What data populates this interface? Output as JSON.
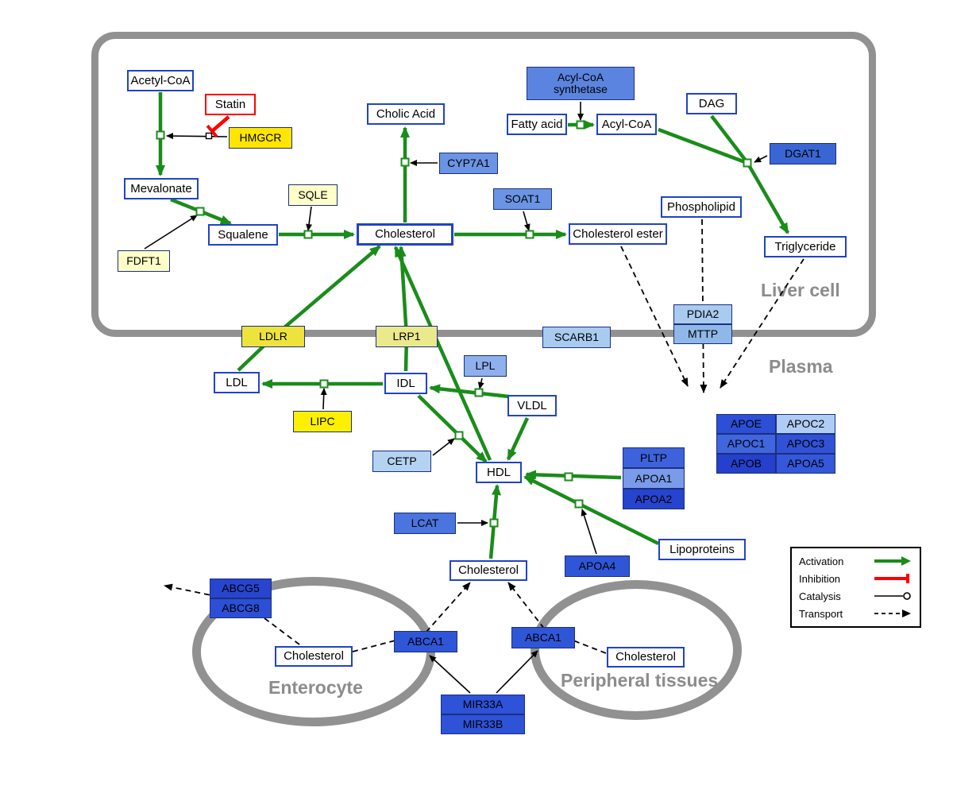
{
  "compartments": {
    "liver": "Liver cell",
    "plasma": "Plasma",
    "enterocyte": "Enterocyte",
    "peripheral": "Peripheral tissues"
  },
  "legend": {
    "activation": "Activation",
    "inhibition": "Inhibition",
    "catalysis": "Catalysis",
    "transport": "Transport"
  },
  "colors": {
    "activation": "#1A8C1A",
    "inhibition": "#FF0000",
    "catalysis": "#000000",
    "transport": "#000000",
    "membrane": "#919191",
    "metabolite_border": "#2143C8",
    "reaction_node": "#1A8C1A"
  },
  "nodes": {
    "acetyl_coa": {
      "label": "Acetyl-CoA",
      "fill": "#FFFFFF"
    },
    "statin": {
      "label": "Statin",
      "fill": "#FFFFFF"
    },
    "hmgcr": {
      "label": "HMGCR",
      "fill": "#FFE500"
    },
    "mevalonate": {
      "label": "Mevalonate",
      "fill": "#FFFFFF"
    },
    "fdft1": {
      "label": "FDFT1",
      "fill": "#FFFFC8"
    },
    "squalene": {
      "label": "Squalene",
      "fill": "#FFFFFF"
    },
    "sqle": {
      "label": "SQLE",
      "fill": "#FFFFC8"
    },
    "cholesterol_liver": {
      "label": "Cholesterol",
      "fill": "#FFFFFF"
    },
    "cholic_acid": {
      "label": "Cholic Acid",
      "fill": "#FFFFFF"
    },
    "cyp7a1": {
      "label": "CYP7A1",
      "fill": "#6C94E4"
    },
    "soat1": {
      "label": "SOAT1",
      "fill": "#6C94E4"
    },
    "cholesterol_ester": {
      "label": "Cholesterol ester",
      "fill": "#FFFFFF"
    },
    "fatty_acid": {
      "label": "Fatty acid",
      "fill": "#FFFFFF"
    },
    "acyl_coa": {
      "label": "Acyl-CoA",
      "fill": "#FFFFFF"
    },
    "acyl_coa_synthetase": {
      "label": "Acyl-CoA synthetase",
      "fill": "#5B84E0"
    },
    "dag": {
      "label": "DAG",
      "fill": "#FFFFFF"
    },
    "dgat1": {
      "label": "DGAT1",
      "fill": "#3A66D4"
    },
    "phospholipid": {
      "label": "Phospholipid",
      "fill": "#FFFFFF"
    },
    "triglyceride": {
      "label": "Triglyceride",
      "fill": "#FFFFFF"
    },
    "pdia2": {
      "label": "PDIA2",
      "fill": "#A9CBF0"
    },
    "mttp": {
      "label": "MTTP",
      "fill": "#8FB8E8"
    },
    "ldlr": {
      "label": "LDLR",
      "fill": "#EDE33C"
    },
    "lrp1": {
      "label": "LRP1",
      "fill": "#EAE98C"
    },
    "scarb1": {
      "label": "SCARB1",
      "fill": "#A9CBF0"
    },
    "ldl": {
      "label": "LDL",
      "fill": "#FFFFFF"
    },
    "idl": {
      "label": "IDL",
      "fill": "#FFFFFF"
    },
    "lpl": {
      "label": "LPL",
      "fill": "#8FB0EC"
    },
    "vldl": {
      "label": "VLDL",
      "fill": "#FFFFFF"
    },
    "lipc": {
      "label": "LIPC",
      "fill": "#FDF000"
    },
    "cetp": {
      "label": "CETP",
      "fill": "#B4D2F2"
    },
    "hdl": {
      "label": "HDL",
      "fill": "#FFFFFF"
    },
    "pltp": {
      "label": "PLTP",
      "fill": "#3E62DC"
    },
    "apoa1": {
      "label": "APOA1",
      "fill": "#7A9AEA"
    },
    "apoa2": {
      "label": "APOA2",
      "fill": "#2644CE"
    },
    "apoe": {
      "label": "APOE",
      "fill": "#2C4FD6"
    },
    "apoc2": {
      "label": "APOC2",
      "fill": "#AFCDF4"
    },
    "apoc1": {
      "label": "APOC1",
      "fill": "#4066DE"
    },
    "apoc3": {
      "label": "APOC3",
      "fill": "#3152D6"
    },
    "apob": {
      "label": "APOB",
      "fill": "#2440CC"
    },
    "apoa5": {
      "label": "APOA5",
      "fill": "#3558DA"
    },
    "lcat": {
      "label": "LCAT",
      "fill": "#4A74DE"
    },
    "apoa4": {
      "label": "APOA4",
      "fill": "#3056D8"
    },
    "lipoproteins": {
      "label": "Lipoproteins",
      "fill": "#FFFFFF"
    },
    "cholesterol_plasma": {
      "label": "Cholesterol",
      "fill": "#FFFFFF"
    },
    "abcg5": {
      "label": "ABCG5",
      "fill": "#2745CE"
    },
    "abcg8": {
      "label": "ABCG8",
      "fill": "#2C4FD6"
    },
    "cholesterol_enterocyte": {
      "label": "Cholesterol",
      "fill": "#FFFFFF"
    },
    "abca1_left": {
      "label": "ABCA1",
      "fill": "#3056D8"
    },
    "abca1_right": {
      "label": "ABCA1",
      "fill": "#3056D8"
    },
    "cholesterol_peripheral": {
      "label": "Cholesterol",
      "fill": "#FFFFFF"
    },
    "mir33a": {
      "label": "MIR33A",
      "fill": "#2E52D8"
    },
    "mir33b": {
      "label": "MIR33B",
      "fill": "#2E52D8"
    }
  }
}
